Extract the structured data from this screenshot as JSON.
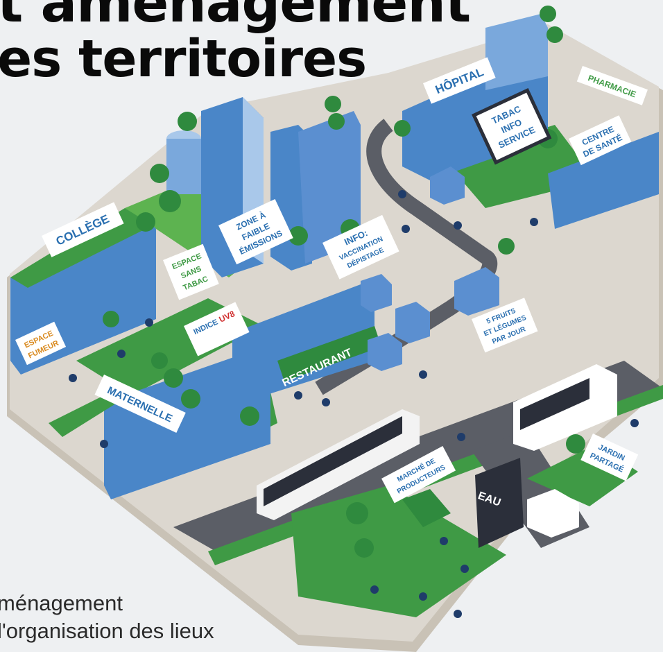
{
  "heading": {
    "line1": "t aménagement",
    "line2": "es territoires"
  },
  "body_text": {
    "line1": "ménagement",
    "line2": "l'organisation des lieux"
  },
  "signs": {
    "hopital": "HÔPITAL",
    "pharmacie": "PHARMACIE",
    "tabac_info_service": [
      "TABAC",
      "INFO",
      "SERVICE"
    ],
    "centre_de_sante": [
      "CENTRE",
      "DE SANTÉ"
    ],
    "college": "COLLÈGE",
    "zone_faible_emissions": [
      "ZONE À",
      "FAIBLE",
      "ÉMISSIONS"
    ],
    "espace_sans_tabac": [
      "ESPACE",
      "SANS",
      "TABAC"
    ],
    "info_vaccination": [
      "INFO:",
      "VACCINATION",
      "DÉPISTAGE"
    ],
    "indice_uv": [
      "INDICE",
      "UV8"
    ],
    "espace_fumeur": [
      "ESPACE",
      "FUMEUR"
    ],
    "restaurant": "RESTAURANT",
    "fruits_legumes": [
      "5 FRUITS",
      "ET LÉGUMES",
      "PAR JOUR"
    ],
    "maternelle": "MATERNELLE",
    "jardin_partage": [
      "JARDIN",
      "PARTAGÉ"
    ],
    "marche_producteurs": [
      "MARCHÉ DE",
      "PRODUCTEURS"
    ],
    "eau": "EAU"
  },
  "colors": {
    "grass": "#3f9a45",
    "grass_light": "#5db350",
    "building_blue": "#4a86c8",
    "building_light": "#a9c8ea",
    "road": "#5b5e66",
    "pavement": "#d9d4cc",
    "base_edge": "#c9c2b6",
    "tree": "#2f8a3e",
    "sign_text": "#2a6fb0"
  }
}
